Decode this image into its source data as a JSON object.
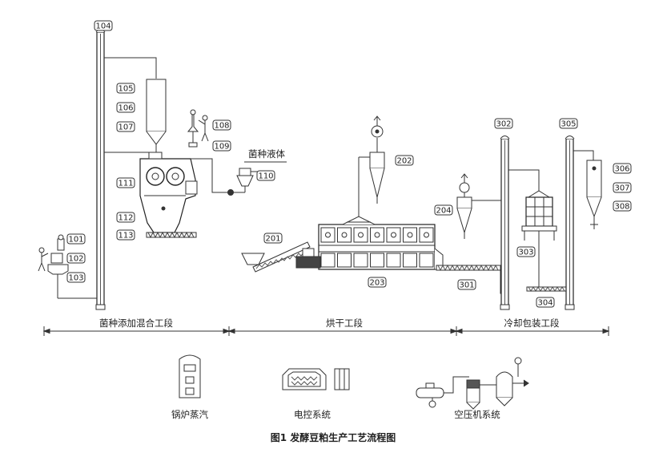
{
  "equipment_labels": {
    "l104": "104",
    "l105": "105",
    "l106": "106",
    "l107": "107",
    "l108": "108",
    "l109": "109",
    "l110": "110",
    "l111": "111",
    "l112": "112",
    "l113": "113",
    "l101": "101",
    "l102": "102",
    "l103": "103",
    "l201": "201",
    "l202": "202",
    "l203": "203",
    "l204": "204",
    "l301": "301",
    "l302": "302",
    "l303": "303",
    "l304": "304",
    "l305": "305",
    "l306": "306",
    "l307": "307",
    "l308": "308"
  },
  "texts": {
    "culture_liquid": "菌种液体"
  },
  "sections": {
    "s1": "菌种添加混合工段",
    "s2": "烘干工段",
    "s3": "冷却包装工段"
  },
  "utilities": {
    "boiler": "锅炉蒸汽",
    "control": "电控系统",
    "compressor": "空压机系统"
  },
  "caption": "图1   发酵豆粕生产工艺流程图"
}
